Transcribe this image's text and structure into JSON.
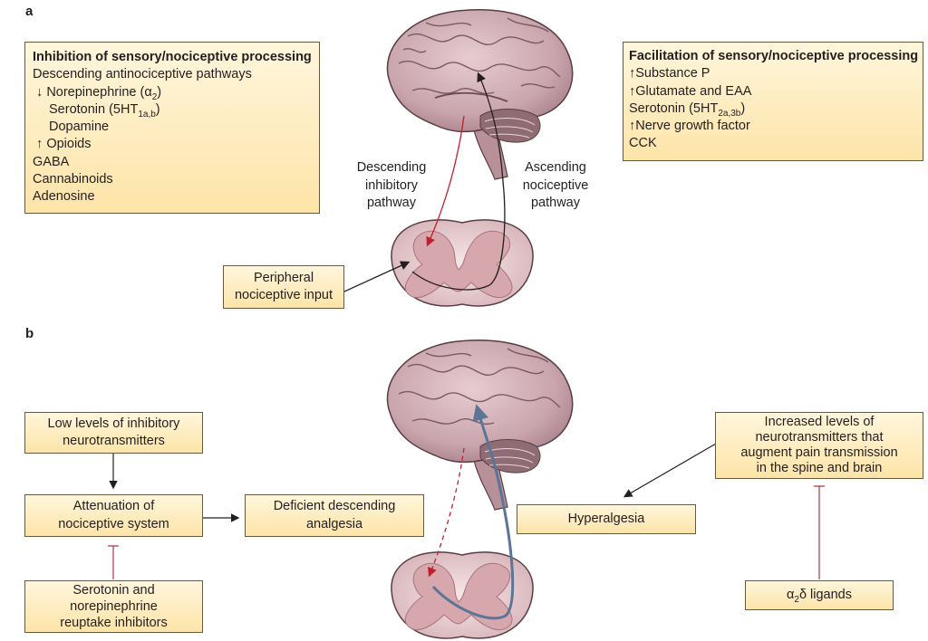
{
  "panel_a": {
    "label": "a",
    "inhibition_box": {
      "title": "Inhibition of sensory/nociceptive processing",
      "line1": "Descending antinociceptive pathways",
      "ne_arrow": "↓",
      "ne_label": "Norepinephrine (α",
      "ne_sub": "2",
      "ne_end": ")",
      "sero_label": "Serotonin (5HT",
      "sero_sub": "1a,b",
      "sero_end": ")",
      "dopamine": "Dopamine",
      "opioid_arrow": "↑",
      "opioids": "Opioids",
      "gaba": "GABA",
      "cannabinoids": "Cannabinoids",
      "adenosine": "Adenosine"
    },
    "facilitation_box": {
      "title": "Facilitation of sensory/nociceptive processing",
      "up": "↑",
      "substance_p": "Substance P",
      "glutamate": "Glutamate and EAA",
      "sero_label": "Serotonin (5HT",
      "sero_sub": "2a,3b",
      "sero_end": ")",
      "ngf": "Nerve growth factor",
      "cck": "CCK"
    },
    "descending_label": [
      "Descending",
      "inhibitory",
      "pathway"
    ],
    "ascending_label": [
      "Ascending",
      "nociceptive",
      "pathway"
    ],
    "peripheral_box": [
      "Peripheral",
      "nociceptive input"
    ]
  },
  "panel_b": {
    "label": "b",
    "low_levels_box": [
      "Low levels of inhibitory",
      "neurotransmitters"
    ],
    "attenuation_box": [
      "Attenuation of",
      "nociceptive system"
    ],
    "deficient_box": [
      "Deficient descending",
      "analgesia"
    ],
    "reuptake_box": [
      "Serotonin and",
      "norepinephrine",
      "reuptake inhibitors"
    ],
    "increased_box": [
      "Increased levels of",
      "neurotransmitters that",
      "augment pain transmission",
      "in the spine and brain"
    ],
    "hyperalgesia_box": "Hyperalgesia",
    "ligands_label": "α",
    "ligands_sub": "2",
    "ligands_end": "δ ligands"
  },
  "colors": {
    "box_fill": "#fde4a8",
    "brain_fill": "#c9a5ad",
    "spine_fill": "#e2c6cb",
    "descending_arrow": "#c0202a",
    "ascending_arrow_a": "#231f20",
    "ascending_arrow_b": "#5b7596"
  }
}
